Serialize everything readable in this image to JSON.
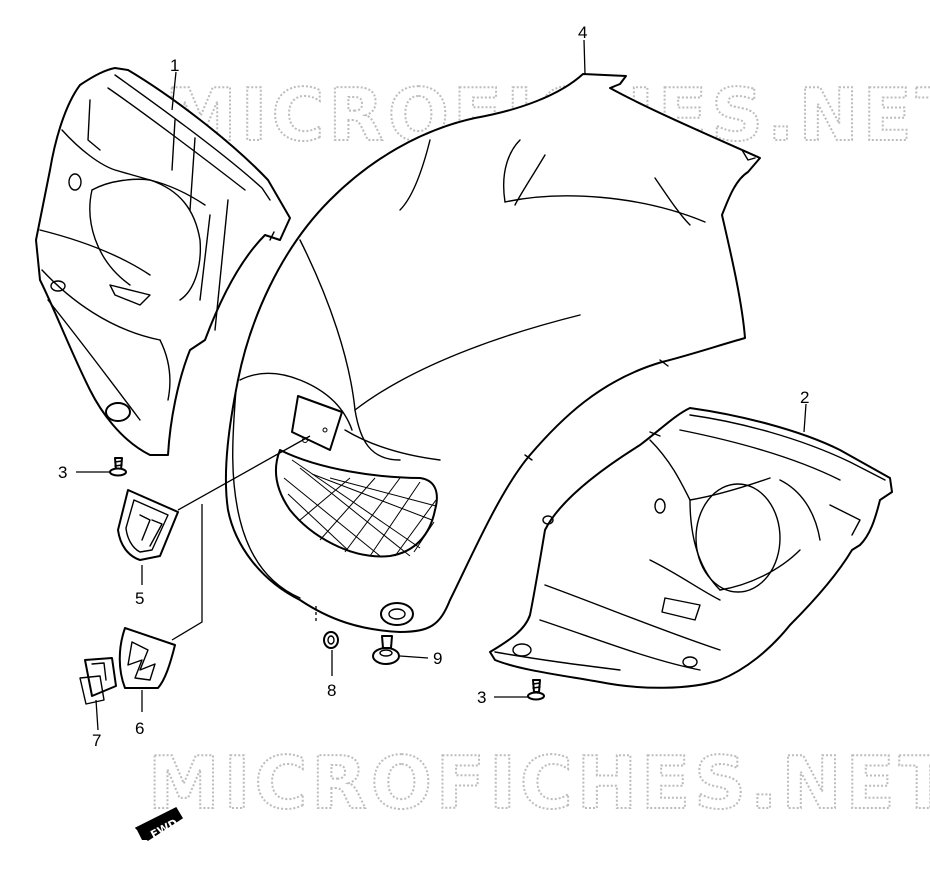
{
  "watermark": {
    "top": "MICROFICHES.NET",
    "bottom": "MICROFICHES.NET"
  },
  "direction": {
    "label": "FWD",
    "icon": "forward-arrow-icon"
  },
  "callouts": [
    {
      "id": "c1",
      "label": "1"
    },
    {
      "id": "c2",
      "label": "2"
    },
    {
      "id": "c3a",
      "label": "3"
    },
    {
      "id": "c3b",
      "label": "3"
    },
    {
      "id": "c4",
      "label": "4"
    },
    {
      "id": "c5",
      "label": "5"
    },
    {
      "id": "c6",
      "label": "6"
    },
    {
      "id": "c7",
      "label": "7"
    },
    {
      "id": "c8",
      "label": "8"
    },
    {
      "id": "c9",
      "label": "9"
    }
  ]
}
